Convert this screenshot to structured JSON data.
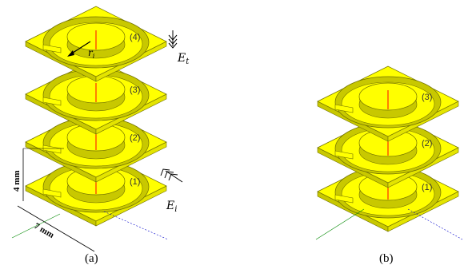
{
  "panels": [
    {
      "caption": "(a)",
      "layers": [
        "(1)",
        "(2)",
        "(3)",
        "(4)"
      ]
    },
    {
      "caption": "(b)",
      "layers": [
        "(1)",
        "(2)",
        "(3)"
      ]
    }
  ],
  "annotations": {
    "radius_label": "r",
    "radius_sub": "i",
    "transmitted_label": "E",
    "transmitted_sub": "t",
    "incident_label": "E",
    "incident_sub": "i",
    "height_dim": "4 mm",
    "width_dim": "7 mm"
  },
  "colors": {
    "metal_top": "#ffff00",
    "metal_side_left": "#c8c800",
    "metal_side_right": "#e4e400",
    "edge": "#707000",
    "feed_line": "#ff0000",
    "axis_x": "#0000cc",
    "axis_y": "#008800"
  }
}
